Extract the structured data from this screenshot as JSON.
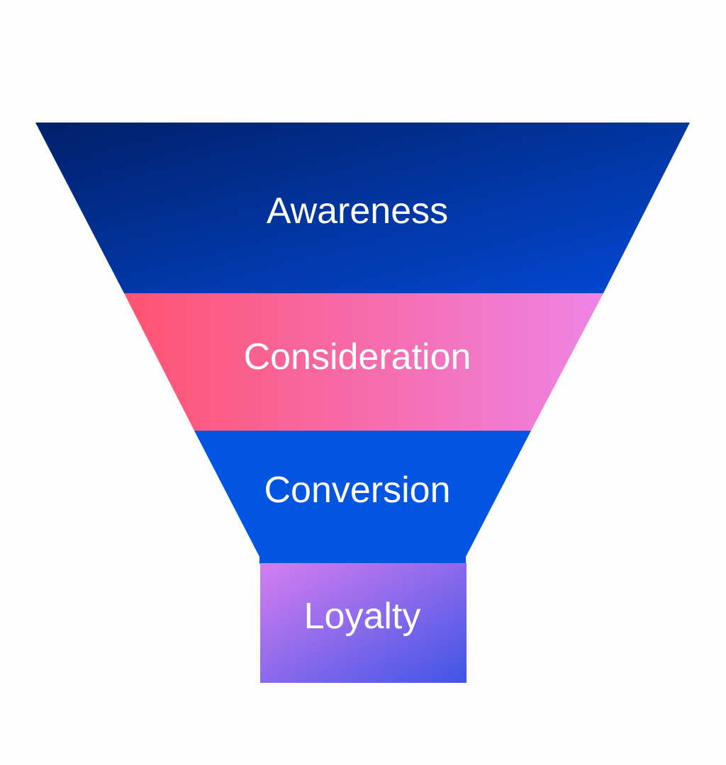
{
  "diagram": {
    "type": "funnel",
    "stages": [
      {
        "label": "Awareness",
        "colors": [
          "#01206a",
          "#0249d6"
        ]
      },
      {
        "label": "Consideration",
        "colors": [
          "#ff5370",
          "#ee84e6"
        ]
      },
      {
        "label": "Conversion",
        "colors": [
          "#0254e3",
          "#0254e3"
        ]
      },
      {
        "label": "Loyalty",
        "colors": [
          "#d57ef0",
          "#3f55e6"
        ]
      }
    ],
    "background": "#fdfdfe"
  }
}
